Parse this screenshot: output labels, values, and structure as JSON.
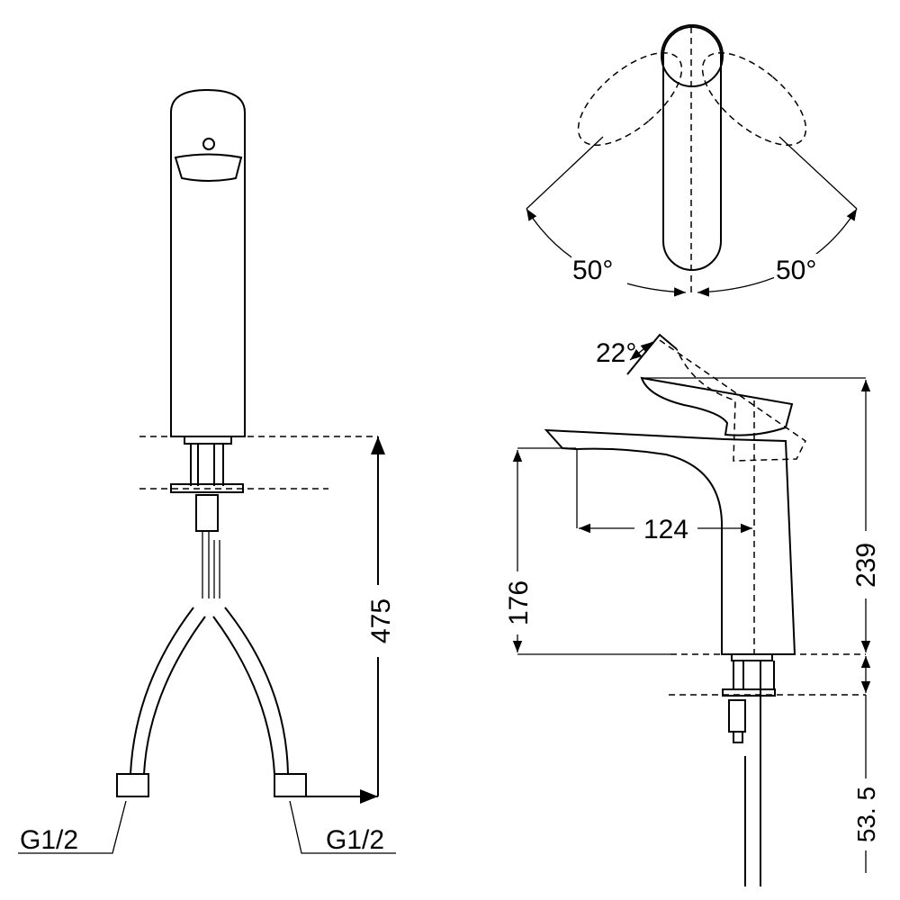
{
  "front_view": {
    "height_dim": "475",
    "connector_left": "G1/2",
    "connector_right": "G1/2"
  },
  "top_view": {
    "angle_left": "50°",
    "angle_right": "50°"
  },
  "side_view": {
    "lever_angle": "22°",
    "reach_dim": "124",
    "spout_height_dim": "176",
    "total_height_dim": "239",
    "shank_dim": "53. 5"
  },
  "colors": {
    "line": "#000000",
    "background": "#ffffff"
  }
}
